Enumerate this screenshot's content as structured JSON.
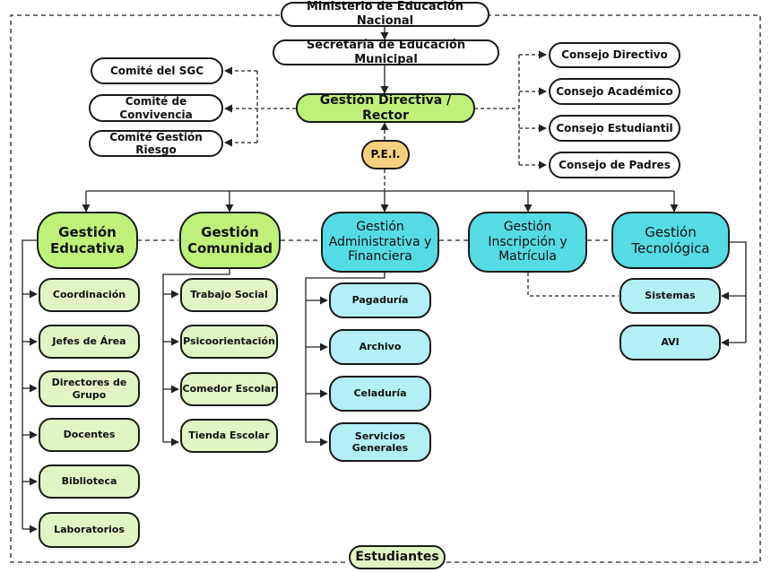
{
  "nodes": {
    "ministerio": "Ministerio de Educación Nacional",
    "secretaria": "Secretaría de Educación Municipal",
    "rector": "Gestión Directiva / Rector",
    "pei": "P.E.I.",
    "comite_sgc": "Comité del SGC",
    "comite_convivencia": "Comité de Convivencia",
    "comite_riesgo": "Comité Gestión Riesgo",
    "consejo_directivo": "Consejo Directivo",
    "consejo_academico": "Consejo Académico",
    "consejo_estudiantil": "Consejo Estudiantil",
    "consejo_padres": "Consejo de Padres",
    "gestion_educativa": "Gestión Educativa",
    "gestion_comunidad": "Gestión Comunidad",
    "gestion_administrativa": "Gestión Administrativa y Financiera",
    "gestion_inscripcion": "Gestión Inscripción y Matrícula",
    "gestion_tecnologica": "Gestión Tecnológica",
    "coordinacion": "Coordinación",
    "jefes_area": "Jefes de Área",
    "directores_grupo": "Directores de Grupo",
    "docentes": "Docentes",
    "biblioteca": "Biblioteca",
    "laboratorios": "Laboratorios",
    "trabajo_social": "Trabajo Social",
    "psicoorientacion": "Psicoorientación",
    "comedor": "Comedor Escolar",
    "tienda": "Tienda Escolar",
    "pagaduria": "Pagaduría",
    "archivo": "Archivo",
    "celaduria": "Celaduría",
    "servicios": "Servicios Generales",
    "sistemas": "Sistemas",
    "avi": "AVI",
    "estudiantes": "Estudiantes"
  },
  "colors": {
    "line": "#222222",
    "white": "#ffffff",
    "bright_green": "#bff17a",
    "light_green": "#e1f5c4",
    "cyan": "#55dbe4",
    "light_cyan": "#b3eff4",
    "gold": "#f5d07e"
  }
}
